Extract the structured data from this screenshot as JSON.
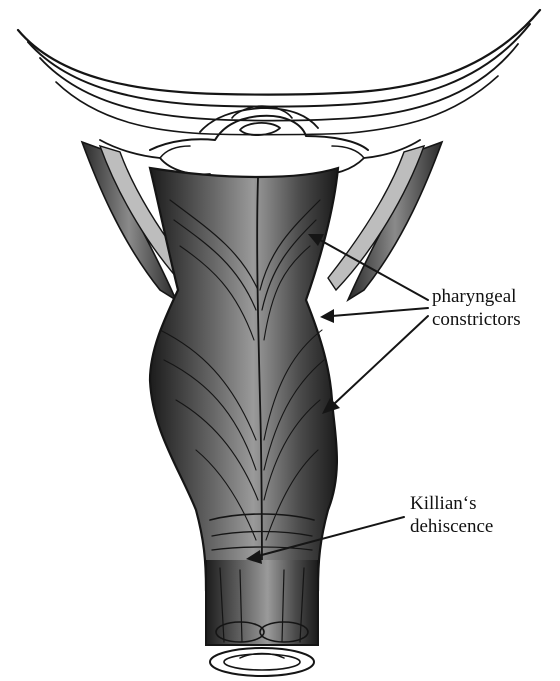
{
  "colors": {
    "ink": "#151515",
    "background": "#ffffff",
    "muscle_shadow": "#2a2a2a"
  },
  "labels": {
    "constrictors": {
      "line1": "pharyngeal",
      "line2": "constrictors"
    },
    "killian": {
      "line1": "Killian‘s",
      "line2": "dehiscence"
    }
  }
}
